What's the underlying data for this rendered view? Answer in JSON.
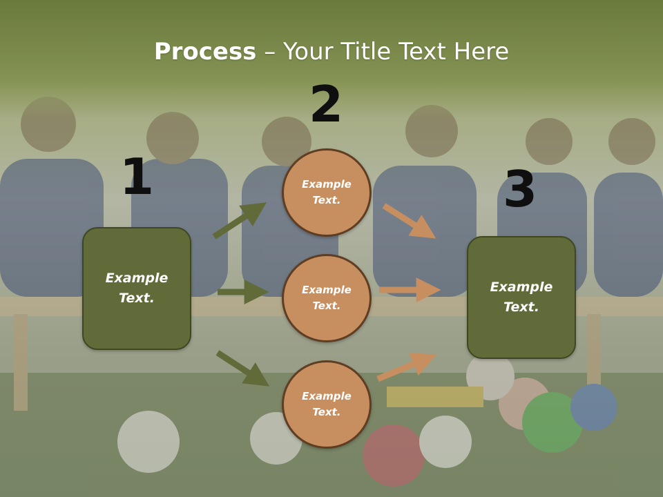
{
  "title": {
    "bold": "Process",
    "rest": " – Your Title Text Here"
  },
  "steps": [
    {
      "number": "1",
      "label_line1": "Example",
      "label_line2": "Text."
    },
    {
      "number": "2"
    },
    {
      "number": "3",
      "label_line1": "Example",
      "label_line2": "Text."
    }
  ],
  "circles": [
    {
      "line1": "Example",
      "line2": "Text."
    },
    {
      "line1": "Example",
      "line2": "Text."
    },
    {
      "line1": "Example",
      "line2": "Text."
    }
  ],
  "colors": {
    "box_fill": "#616b3a",
    "box_border": "#3f4722",
    "circle_fill": "#c78f5f",
    "circle_border": "#5e3d22",
    "arrow_green": "#616b3a",
    "arrow_orange": "#c78f5f",
    "header_band": "#6a7a3d"
  }
}
